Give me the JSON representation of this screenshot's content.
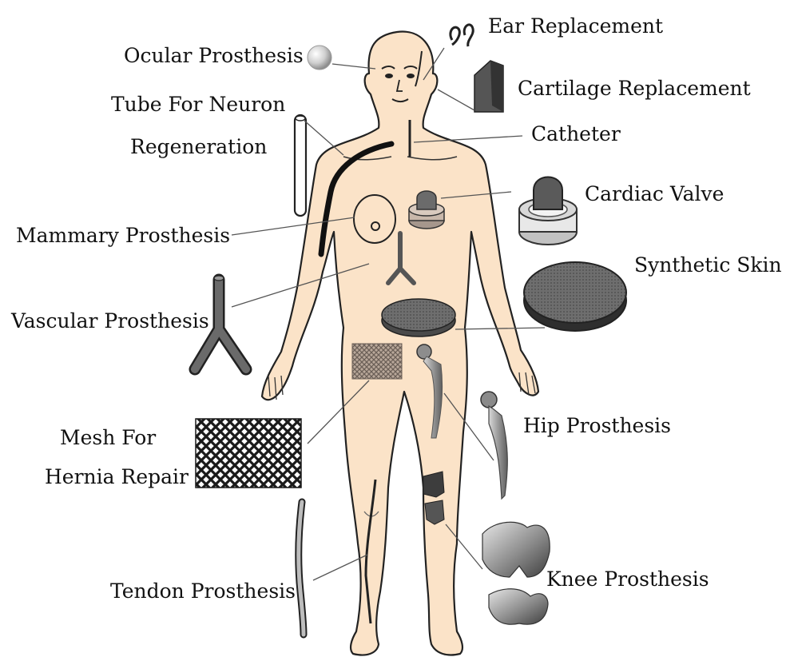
{
  "labels": {
    "ear_replacement": "Ear Replacement",
    "ocular_prosthesis": "Ocular Prosthesis",
    "cartilage_replacement": "Cartilage Replacement",
    "tube_neuron_line1": "Tube For Neuron",
    "tube_neuron_line2": "Regeneration",
    "catheter": "Catheter",
    "cardiac_valve": "Cardiac Valve",
    "mammary_prosthesis": "Mammary Prosthesis",
    "synthetic_skin": "Synthetic Skin",
    "vascular_prosthesis": "Vascular Prosthesis",
    "mesh_line1": "Mesh For",
    "mesh_line2": "Hernia Repair",
    "hip_prosthesis": "Hip Prosthesis",
    "tendon_prosthesis": "Tendon Prosthesis",
    "knee_prosthesis": "Knee Prosthesis"
  },
  "colors": {
    "skin": "#fbe3c8",
    "outline": "#222222",
    "implant_dark": "#555555",
    "implant_mid": "#8a8a8a",
    "implant_light": "#d0d0d0",
    "leader": "#555555"
  }
}
